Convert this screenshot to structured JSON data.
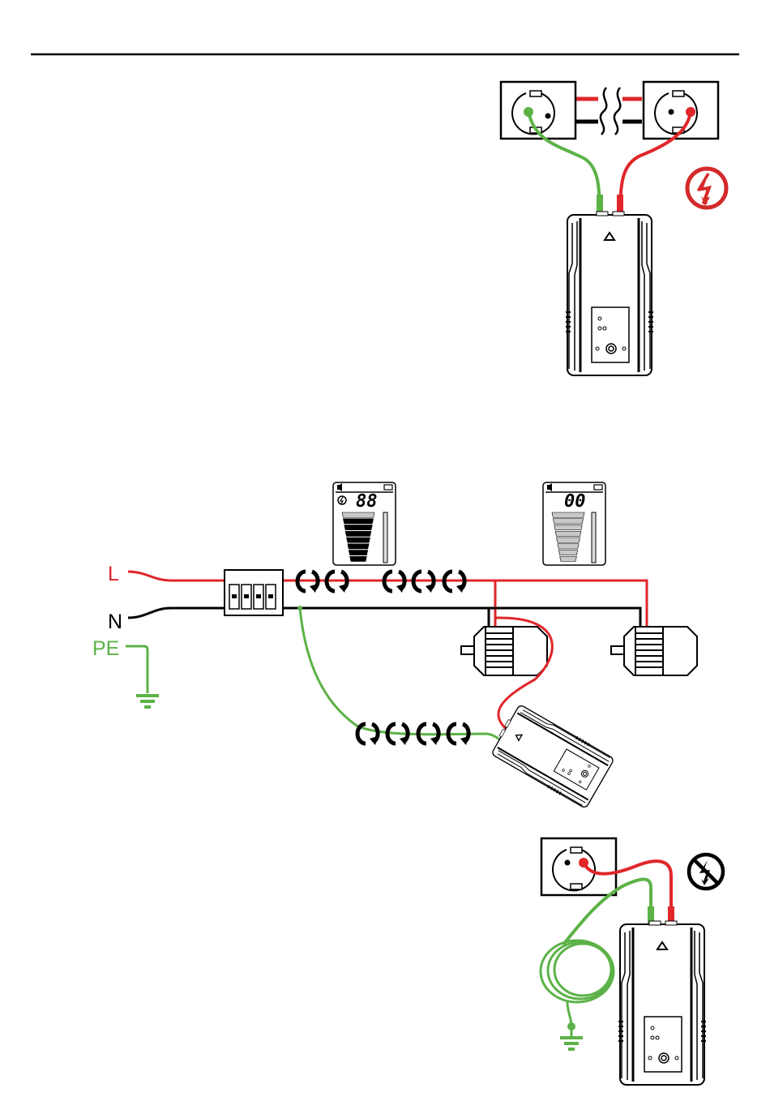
{
  "page": {
    "header_rule": true
  },
  "colors": {
    "live": "#e0262a",
    "neutral": "#000000",
    "earth": "#5cb247",
    "outline": "#000000",
    "lcd_inactive": "#c8c8c8"
  },
  "diagram1": {
    "title": "socket-to-socket-test",
    "warning_icon": "voltage-present-icon",
    "socket_left_probe": "earth",
    "socket_right_probe": "live"
  },
  "diagram2": {
    "labels": {
      "live": "L",
      "neutral": "N",
      "earth": "PE"
    },
    "breaker_poles": 4,
    "live_signal_markers": 5,
    "earth_signal_markers": 4,
    "motors": 2,
    "display_active": {
      "digits": "88",
      "signal_level": 0.875,
      "bar_segments": 8,
      "voltage_icon": "voltage-icon",
      "speaker_icon": "speaker-icon",
      "battery_icon": "battery-icon"
    },
    "display_idle": {
      "digits": "00",
      "signal_level": 0,
      "bar_segments": 8,
      "speaker_icon": "speaker-icon",
      "battery_icon": "battery-icon"
    }
  },
  "diagram3": {
    "title": "socket-to-earth-test",
    "warning_icon": "no-voltage-icon"
  }
}
